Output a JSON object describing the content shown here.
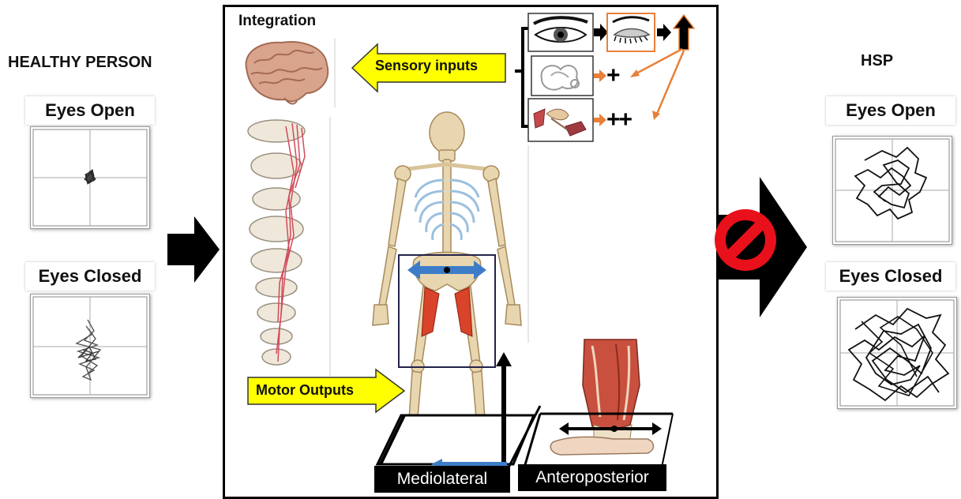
{
  "healthy": {
    "title": "HEALTHY PERSON",
    "open_label": "Eyes Open",
    "closed_label": "Eyes Closed"
  },
  "hsp": {
    "title": "HSP",
    "open_label": "Eyes Open",
    "closed_label": "Eyes Closed"
  },
  "center": {
    "integration_label": "Integration",
    "sensory_label": "Sensory inputs",
    "motor_label": "Motor Outputs",
    "mediolateral_label": "Mediolateral",
    "anteroposterior_label": "Anteroposterior",
    "plus_one": "+",
    "plus_two": "++"
  },
  "colors": {
    "yellow_arrow": "#ffff00",
    "orange_arrow": "#e8803a",
    "blue_arrow": "#3d7dc8",
    "prohibition_red": "#e8101a",
    "muscle_red": "#d8432a",
    "bone": "#e8d6b0"
  }
}
